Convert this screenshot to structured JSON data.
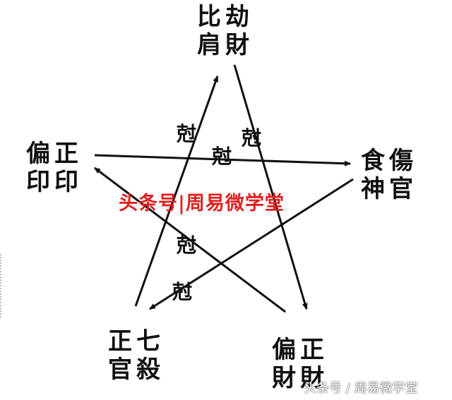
{
  "nodes": {
    "top": {
      "c1": "比",
      "c2": "劫",
      "c3": "肩",
      "c4": "財"
    },
    "left": {
      "c1": "偏",
      "c2": "正",
      "c3": "印",
      "c4": "印"
    },
    "right": {
      "c1": "食",
      "c2": "傷",
      "c3": "神",
      "c4": "官"
    },
    "bottom_left": {
      "c1": "正",
      "c2": "七",
      "c3": "官",
      "c4": "殺"
    },
    "bottom_right": {
      "c1": "偏",
      "c2": "正",
      "c3": "財",
      "c4": "財"
    }
  },
  "overcome_label": "尅",
  "watermark": "头条号|周易微学堂",
  "footer": "头条号 / 周易微学堂",
  "colors": {
    "line": "#111111",
    "watermark": "#e02020"
  }
}
